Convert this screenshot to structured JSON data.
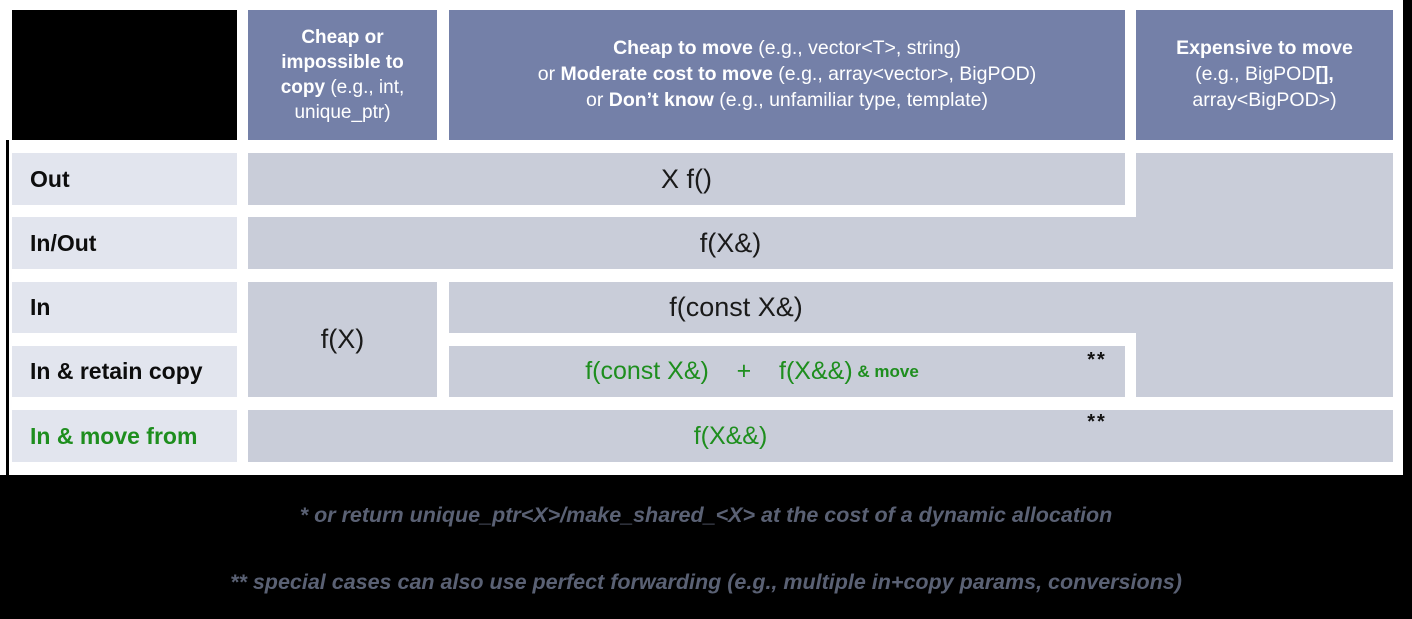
{
  "colors": {
    "header-bg": "#7480a8",
    "cell-bg": "#c9cdd9",
    "label-bg": "#e2e5ee",
    "green": "#1e8e1e",
    "footnote": "#5a6174"
  },
  "headers": {
    "col1": {
      "runs": [
        {
          "t": "Cheap or impossible to copy",
          "b": 1
        },
        {
          "t": " (e.g., int, unique_ptr)"
        }
      ]
    },
    "col2": {
      "lines": [
        [
          {
            "t": "Cheap to move",
            "b": 1
          },
          {
            "t": " (e.g., vector<T>, string)"
          }
        ],
        [
          {
            "t": "or "
          },
          {
            "t": "Moderate cost to move",
            "b": 1
          },
          {
            "t": " (e.g., array<vector>, BigPOD)"
          }
        ],
        [
          {
            "t": "or "
          },
          {
            "t": "Don’t know",
            "b": 1
          },
          {
            "t": " (e.g., unfamiliar type, template)"
          }
        ]
      ]
    },
    "col3": {
      "lines": [
        [
          {
            "t": "Expensive to move",
            "b": 1
          }
        ],
        [
          {
            "t": "(e.g., BigPOD"
          },
          {
            "t": "[],",
            "b": 1
          }
        ],
        [
          {
            "t": "array<BigPOD>)"
          }
        ]
      ]
    }
  },
  "rows": [
    {
      "label": "Out"
    },
    {
      "label": "In/Out"
    },
    {
      "label": "In"
    },
    {
      "label": "In & retain copy"
    },
    {
      "label": "In & move from",
      "green": true
    }
  ],
  "cells": {
    "out": "X f()",
    "inout": "f(X&)",
    "cheap_in": "f(X)",
    "in": "f(const X&)",
    "retain_runs": [
      {
        "t": "f(const X&)"
      },
      {
        "t": "    +    "
      },
      {
        "t": "f(X&&)"
      },
      {
        "t": " & move",
        "b": 1,
        "sm": 1
      }
    ],
    "move": "f(X&&)",
    "double_star": "**"
  },
  "footnotes": [
    "* or return unique_ptr<X>/make_shared_<X> at the cost of a dynamic allocation",
    "** special cases can also use perfect forwarding (e.g., multiple in+copy params, conversions)"
  ]
}
